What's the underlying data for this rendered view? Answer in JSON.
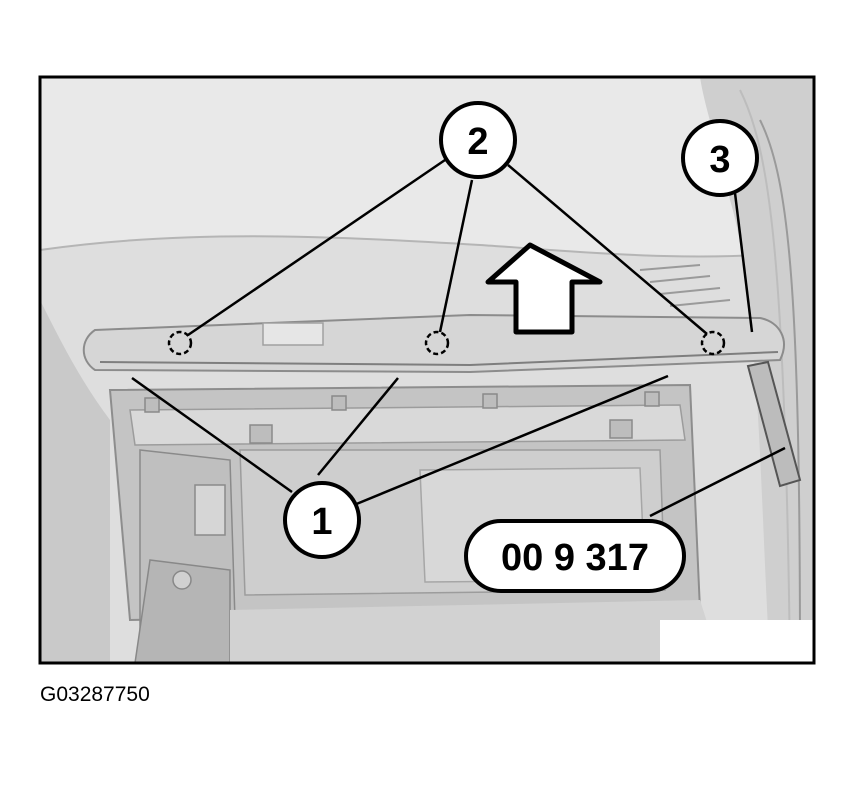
{
  "callouts": {
    "c1": "1",
    "c2": "2",
    "c3": "3"
  },
  "tool_code": "00 9 317",
  "figure_id": "G03287750",
  "colors": {
    "frame": "#000000",
    "dash_light": "#e7e7e7",
    "dash_mid": "#d0d0d0",
    "dash_dark": "#a8a8a8",
    "background": "#ffffff"
  }
}
